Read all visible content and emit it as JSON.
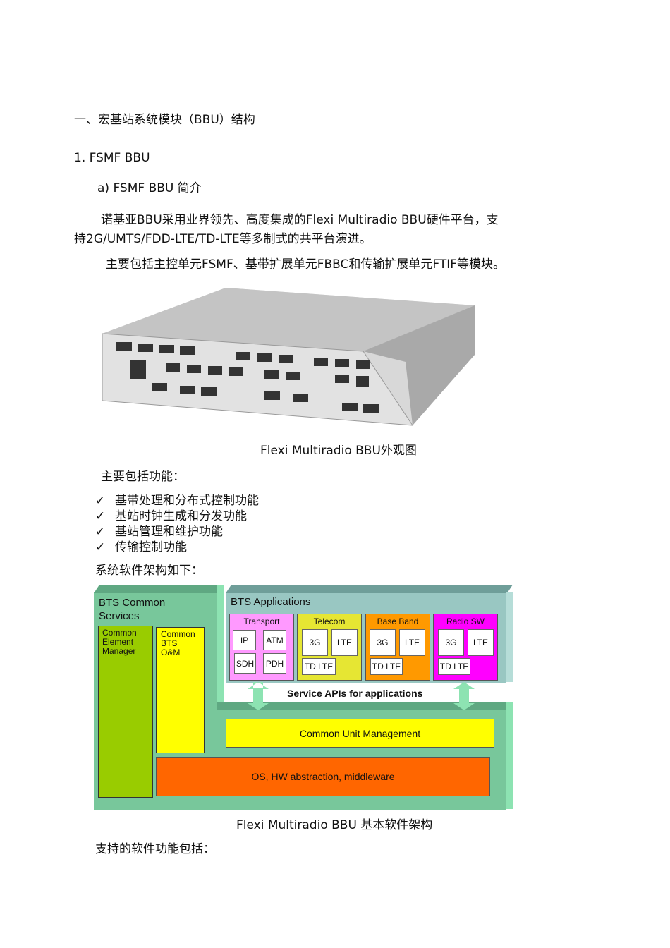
{
  "heading": "一、宏基站系统模块（BBU）结构",
  "section1": "1.   FSMF BBU",
  "sub_a": "a)   FSMF BBU 简介",
  "para1_line1": "诺基亚BBU采用业界领先、高度集成的Flexi Multiradio BBU硬件平台，支",
  "para1_line2": "持2G/UMTS/FDD-LTE/TD-LTE等多制式的共平台演进。",
  "para2": "主要包括主控单元FSMF、基带扩展单元FBBC和传输扩展单元FTIF等模块。",
  "figure1_caption": "Flexi Multiradio BBU外观图",
  "functions_intro": "主要包括功能：",
  "functions": [
    "基带处理和分布式控制功能",
    "基站时钟生成和分发功能",
    "基站管理和维护功能",
    "传输控制功能"
  ],
  "check_mark": "✓",
  "arch_intro": "系统软件架构如下：",
  "diagram": {
    "common_services": "BTS Common Services",
    "cem": "Common Element Manager",
    "oam": "Common BTS O&M",
    "apps": "BTS Applications",
    "transport": {
      "title": "Transport",
      "items": [
        "IP",
        "ATM",
        "SDH",
        "PDH"
      ]
    },
    "telecom": {
      "title": "Telecom",
      "items": [
        "3G",
        "LTE",
        "TD LTE"
      ]
    },
    "baseband": {
      "title": "Base Band",
      "items": [
        "3G",
        "LTE",
        "TD LTE"
      ]
    },
    "radiosw": {
      "title": "Radio SW",
      "items": [
        "3G",
        "LTE",
        "TD LTE"
      ]
    },
    "service_apis": "Service APIs for applications",
    "cum": "Common Unit Management",
    "os": "OS, HW abstraction, middleware"
  },
  "figure2_caption": "Flexi Multiradio BBU 基本软件架构",
  "supported_intro": "支持的软件功能包括："
}
